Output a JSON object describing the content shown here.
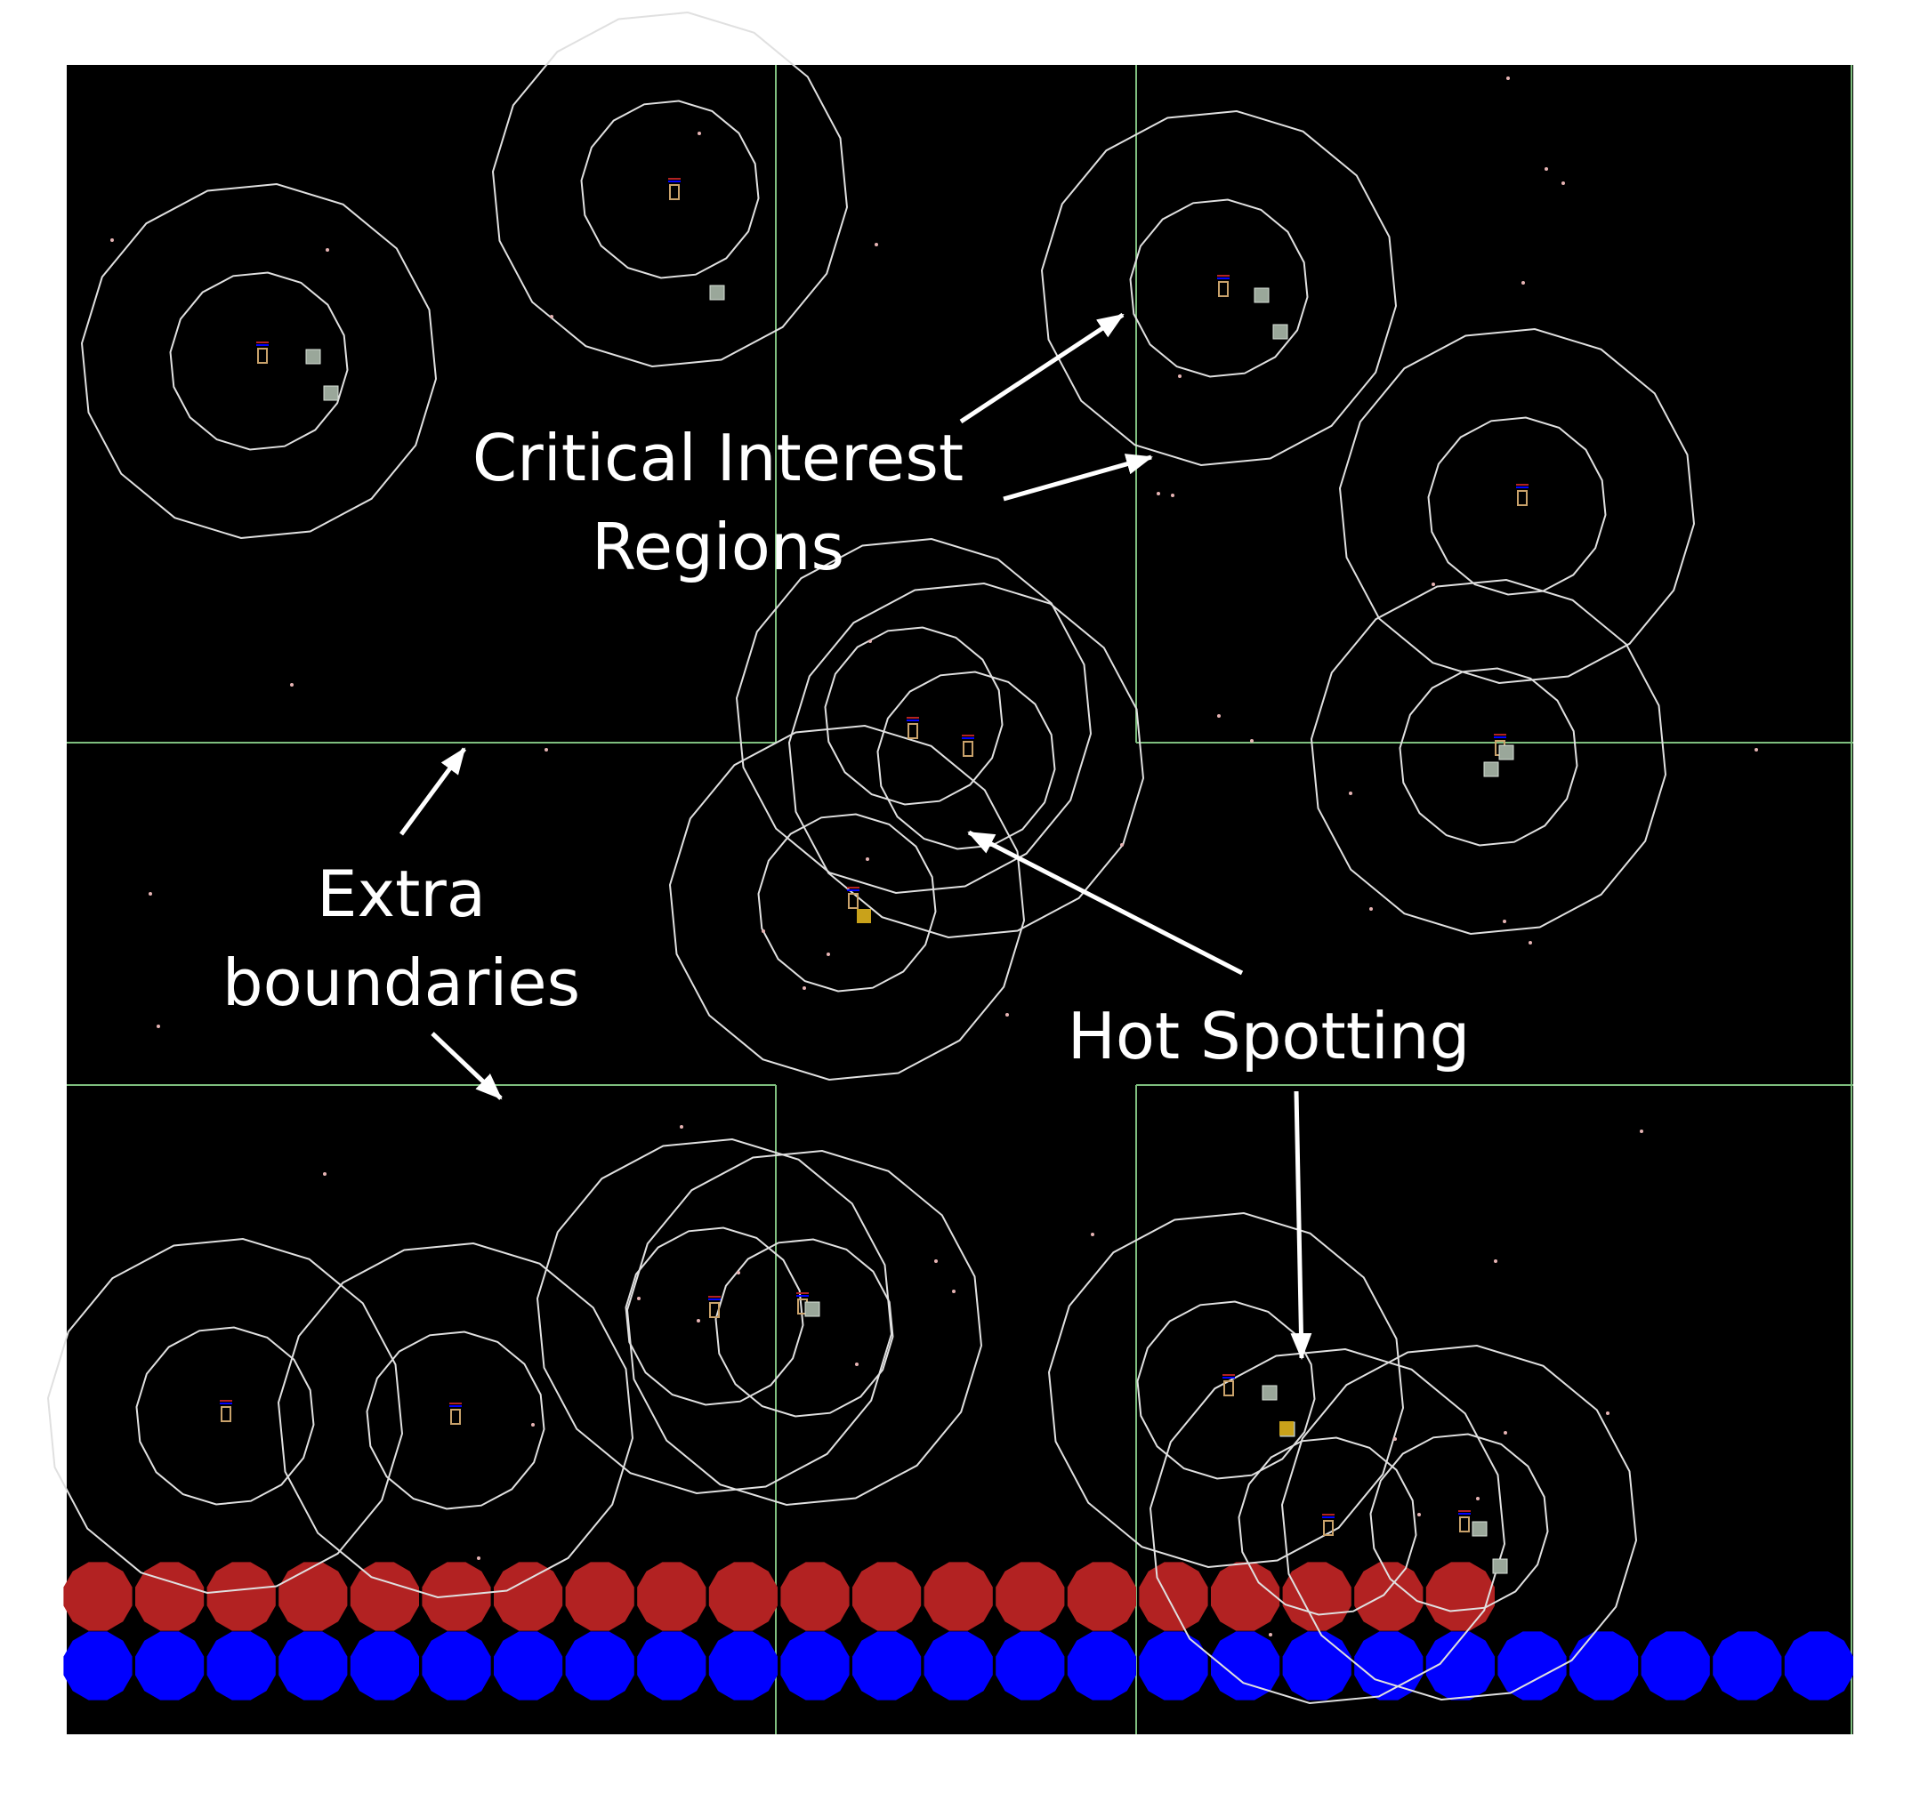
{
  "annotations": {
    "critical_interest_regions": [
      "Critical Interest",
      "Regions"
    ],
    "extra_boundaries": [
      "Extra",
      "boundaries"
    ],
    "hot_spotting": "Hot Spotting"
  },
  "colors": {
    "background": "#000000",
    "page": "#ffffff",
    "boundary": "#7fbf7f",
    "aoi_ring": "#e0e0e0",
    "label_text": "#ffffff",
    "red_unit": "#b22222",
    "blue_unit": "#0000ff",
    "entity_marker": "#c9a26b",
    "entity_item": "#9aa79a",
    "entity_item_gold": "#c9a21a"
  },
  "legend_items": {
    "red_unit_count": 20,
    "blue_unit_count": 25
  }
}
